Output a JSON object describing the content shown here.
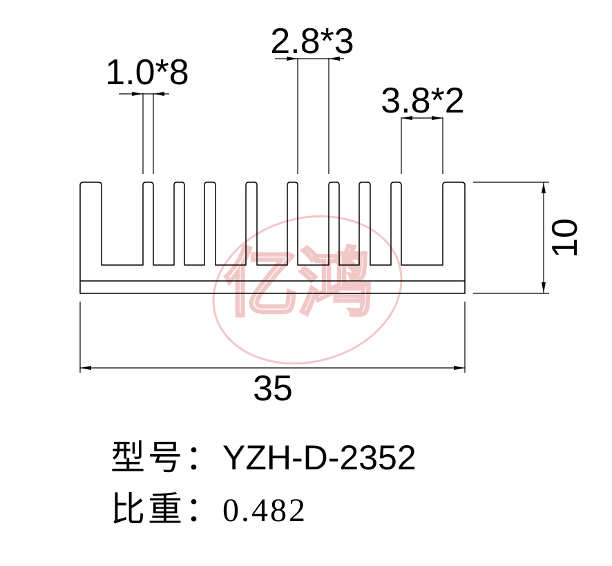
{
  "drawing": {
    "dimensions": {
      "fin_thickness_1": "1.0*8",
      "fin_thickness_2": "2.8*3",
      "fin_thickness_3": "3.8*2",
      "height": "10",
      "width": "35"
    },
    "watermark_text": "亿鸿",
    "colors": {
      "line": "#000000",
      "watermark": "#e89a9a"
    }
  },
  "info": {
    "model_label": "型号：",
    "model_value": "YZH-D-2352",
    "weight_label": "比重：",
    "weight_value": "0.482"
  }
}
